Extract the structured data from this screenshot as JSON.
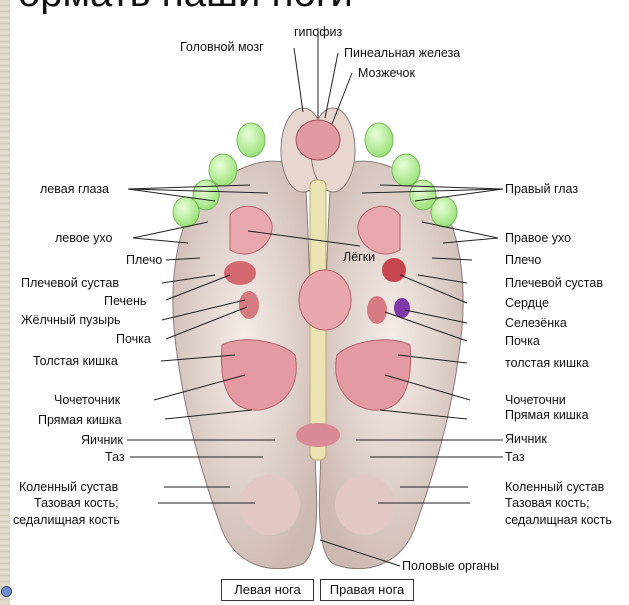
{
  "banner_text": "ормать наши ноги",
  "labels": {
    "top": {
      "gipofiz": "гипофиз",
      "golovnoy_mozg": "Головной мозг",
      "pinealnaya": "Пинеальная железа",
      "mozzhechok": "Мозжечок"
    },
    "left": {
      "levaya_glaza": "левая глаза",
      "levoe_ukho": "левое ухо",
      "plecho": "Плечо",
      "plechevoy_sustav": "Плечевой сустав",
      "pechen": "Печень",
      "zhelchny_puzyr": "Жёлчный пузырь",
      "pochka": "Почка",
      "tolstaya_kishka": "Толстая кишка",
      "chochetochnik": "Чочеточник",
      "pryamaya_kishka": "Прямая кишка",
      "yaichnik": "Яичник",
      "taz": "Таз",
      "kolenny_sustav": "Коленный сустав",
      "tazovaya_kost": "Тазовая кость;",
      "sedalishchnaya_kost": "седалищная кость"
    },
    "right": {
      "pravy_glaz": "Правый глаз",
      "pravoe_ukho": "Правое ухо",
      "legkie": "Лёгки",
      "plecho": "Плечо",
      "plechevoy_sustav": "Плечевой сустав",
      "serdtse": "Сердце",
      "selezyonka": "Селезёнка",
      "pochka": "Почка",
      "tolstaya_kishka": "толстая кишка",
      "chochetochni": "Чочеточни",
      "pryamaya_kishka": "Прямая кишка",
      "yaichnik": "Яичник",
      "taz": "Таз",
      "kolenny_sustav": "Коленный сустав",
      "tazovaya_kost": "Тазовая кость;",
      "sedalishchnaya_kost": "седалищная кость"
    },
    "bottom": {
      "polovye_organy": "Половые органы",
      "levaya_noga": "Левая нога",
      "pravaya_noga": "Правая нога"
    }
  },
  "colors": {
    "toe_tips": "#b9f29a",
    "skin": "#ecdcd4",
    "organ": "#d98a94",
    "spine": "#e8e0b4",
    "line": "#222222"
  }
}
